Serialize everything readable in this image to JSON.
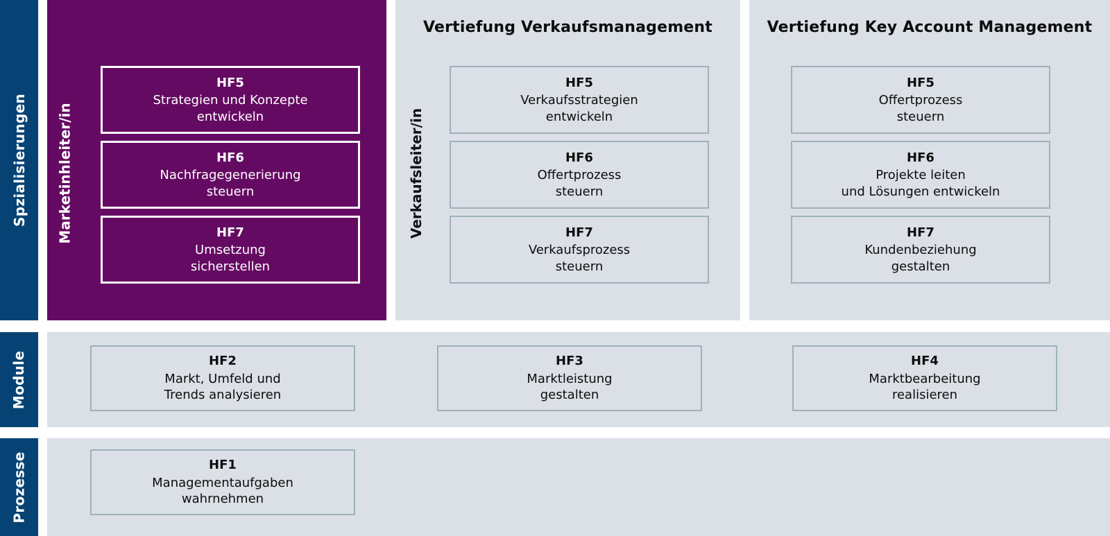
{
  "rails": [
    {
      "key": "spezialisierungen",
      "label": "Spzialisierungen"
    },
    {
      "key": "module",
      "label": "Module"
    },
    {
      "key": "prozesse",
      "label": "Prozesse"
    }
  ],
  "colors": {
    "rail_blue": "#064374",
    "panel_purple": "#650a63",
    "panel_grey": "#dbdfe6",
    "box_border_steel": "#9db2bd",
    "box_border_white": "#ffffff",
    "text_dark": "#0d0d0d",
    "text_light": "#ffffff"
  },
  "columns": {
    "marketing": {
      "heading": "",
      "role_label": "Marketinhleiter/in",
      "boxes": [
        {
          "code": "HF5",
          "line1": "Strategien und Konzepte",
          "line2": "entwickeln"
        },
        {
          "code": "HF6",
          "line1": "Nachfragegenerierung",
          "line2": "steuern"
        },
        {
          "code": "HF7",
          "line1": "Umsetzung",
          "line2": "sicherstellen"
        }
      ]
    },
    "verkaufsmanagement": {
      "heading": "Vertiefung Verkaufsmanagement",
      "role_label": "Verkaufsleiter/in",
      "boxes": [
        {
          "code": "HF5",
          "line1": "Verkaufsstrategien",
          "line2": "entwickeln"
        },
        {
          "code": "HF6",
          "line1": "Offertprozess",
          "line2": "steuern"
        },
        {
          "code": "HF7",
          "line1": "Verkaufsprozess",
          "line2": "steuern"
        }
      ]
    },
    "keyaccount": {
      "heading": "Vertiefung Key Account Management",
      "role_label": "",
      "boxes": [
        {
          "code": "HF5",
          "line1": "Offertprozess",
          "line2": "steuern"
        },
        {
          "code": "HF6",
          "line1": "Projekte leiten",
          "line2": "und Lösungen entwickeln"
        },
        {
          "code": "HF7",
          "line1": "Kundenbeziehung",
          "line2": "gestalten"
        }
      ]
    }
  },
  "module_row": {
    "boxes": [
      {
        "code": "HF2",
        "line1": "Markt, Umfeld und",
        "line2": "Trends analysieren"
      },
      {
        "code": "HF3",
        "line1": "Marktleistung",
        "line2": "gestalten"
      },
      {
        "code": "HF4",
        "line1": "Marktbearbeitung",
        "line2": "realisieren"
      }
    ]
  },
  "prozesse_row": {
    "boxes": [
      {
        "code": "HF1",
        "line1": "Managementaufgaben",
        "line2": "wahrnehmen"
      }
    ]
  }
}
